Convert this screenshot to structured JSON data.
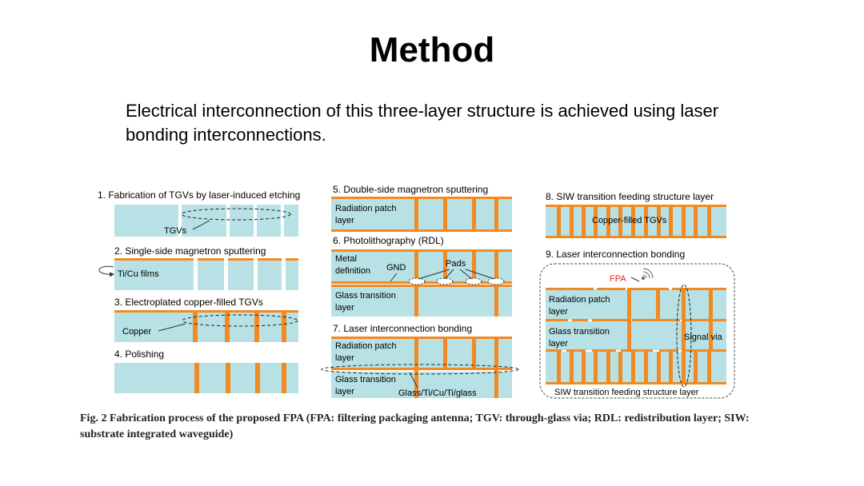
{
  "title": "Method",
  "intro": "Electrical interconnection of this three-layer structure is achieved using laser bonding interconnections.",
  "colors": {
    "glass": "#b7e1e4",
    "copper": "#f28a24",
    "highlight": "#e02020",
    "text": "#000000"
  },
  "steps": {
    "s1": "1. Fabrication of TGVs by laser-induced etching",
    "s2": "2. Single-side magnetron sputtering",
    "s3": "3. Electroplated copper-filled TGVs",
    "s4": "4. Polishing",
    "s5": "5. Double-side magnetron sputtering",
    "s6": "6. Photolithography (RDL)",
    "s7": "7. Laser interconnection bonding",
    "s8": "8. SIW transition feeding structure layer",
    "s9": "9. Laser interconnection bonding"
  },
  "labels": {
    "tgvs": "TGVs",
    "ticu": "Ti/Cu films",
    "copper": "Copper",
    "radiation_patch": [
      "Radiation patch",
      "layer"
    ],
    "metal_def": [
      "Metal",
      "definition"
    ],
    "gnd": "GND",
    "pads": "Pads",
    "glass_transition": [
      "Glass transition",
      "layer"
    ],
    "glass_ticu": "Glass/Ti/Cu/Ti/glass",
    "copper_filled_tgvs": "Copper-filled TGVs",
    "fpa": "FPA",
    "signal_via": "Signal via",
    "siw_layer": "SIW transition feeding structure layer"
  },
  "caption": "Fig. 2   Fabrication process of the proposed FPA (FPA: filtering packaging antenna; TGV: through-glass via; RDL: redistribution layer; SIW: substrate integrated waveguide)"
}
